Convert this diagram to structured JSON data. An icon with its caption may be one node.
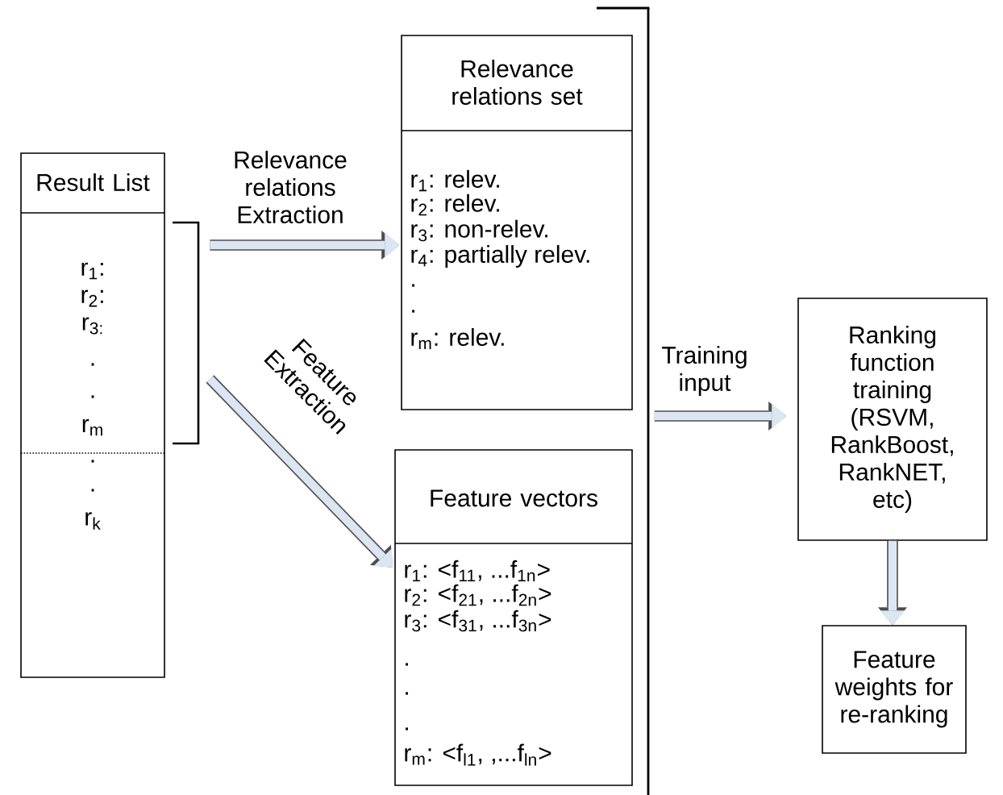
{
  "diagram": {
    "nodes": [
      {
        "text": [
          "Result List",
          "r$_{1}$:",
          "r$_{2}$:",
          "r$_{3:}$",
          ".",
          ".",
          "r$_{m}$",
          ".",
          ".",
          "r$_{k}$"
        ]
      },
      {
        "text": [],
        "shape": "bracket"
      },
      {
        "text": [
          "Relevance relations set",
          "r$_{1}$: relev.",
          "r$_{2}$: relev.",
          "r$_{3}$: non-relev.",
          "r$_{4}$: partially relev.",
          ".",
          ".",
          "r$_{m}$: relev."
        ]
      },
      {
        "text": [
          "Feature vectors",
          "r$_{1}$: <f$_{11}$, ...f$_{1n}$>",
          "r$_{2}$: <f$_{21}$, ...f$_{2n}$>",
          "r$_{3}$: <f$_{31}$, ...f$_{3n}$>",
          ".",
          ".",
          ".",
          "r$_{m}$: <f$_{l1}$, ,...f$_{ln}$>"
        ]
      },
      {
        "text": [],
        "shape": "bar"
      },
      {
        "text": [
          "Ranking function training (RSVM, RankBoost, RankNET, etc)"
        ]
      },
      {
        "text": [
          "Feature weights for re-ranking"
        ]
      }
    ],
    "edges": [
      {
        "from": 1,
        "to": 2,
        "arrow": "to",
        "label": "Relevance relations Extraction"
      },
      {
        "from": 1,
        "to": 3,
        "arrow": "to",
        "label": "Feature Extraction"
      },
      {
        "from": 4,
        "to": 5,
        "arrow": "to",
        "label": "Training input"
      },
      {
        "from": 5,
        "to": 6,
        "arrow": "to"
      }
    ]
  }
}
